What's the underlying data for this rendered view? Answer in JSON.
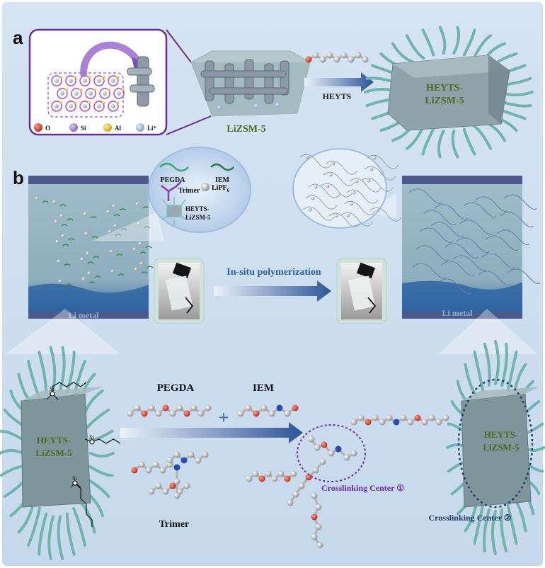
{
  "panel_a": {
    "letter": "a",
    "legend": [
      {
        "symbol": "O",
        "color": "#c0392b"
      },
      {
        "symbol": "Si",
        "color": "#8e7cc3"
      },
      {
        "symbol": "Al",
        "color": "#e6a817"
      },
      {
        "symbol": "Li⁺",
        "color": "#8fb4cf"
      }
    ],
    "zeolite_label": "LiZSM-5",
    "arrow_label": "HEYTS",
    "product_label_line1": "HEYTS-",
    "product_label_line2": "LiZSM-5"
  },
  "panel_b": {
    "letter": "b",
    "components": {
      "pegda": "PEGDA",
      "iem": "IEM",
      "trimer": "Trimer",
      "lipf6_base": "LiPF",
      "lipf6_sub": "6",
      "filler_line1": "HEYTS-",
      "filler_line2": "LiZSM-5"
    },
    "li_metal_left": "Li metal",
    "li_metal_right": "Li metal",
    "process_label": "In-situ polymerization"
  },
  "panel_c": {
    "pegda": "PEGDA",
    "iem": "IEM",
    "plus": "+",
    "trimer": "Trimer",
    "left_filler_line1": "HEYTS-",
    "left_filler_line2": "LiZSM-5",
    "right_filler_line1": "HEYTS-",
    "right_filler_line2": "LiZSM-5",
    "si_label": "Si",
    "center1": "Crosslinking Center ①",
    "center2": "Crosslinking Center ②"
  },
  "colors": {
    "background": "#cfe0f0",
    "frame_purple": "#6a2c91",
    "arrow_blue": "#2e5597",
    "label_green": "#4a6a1e",
    "center1_purple": "#6a2cae",
    "center2_navy": "#1e3b6e",
    "ligand_teal": "#6fb5ad"
  }
}
